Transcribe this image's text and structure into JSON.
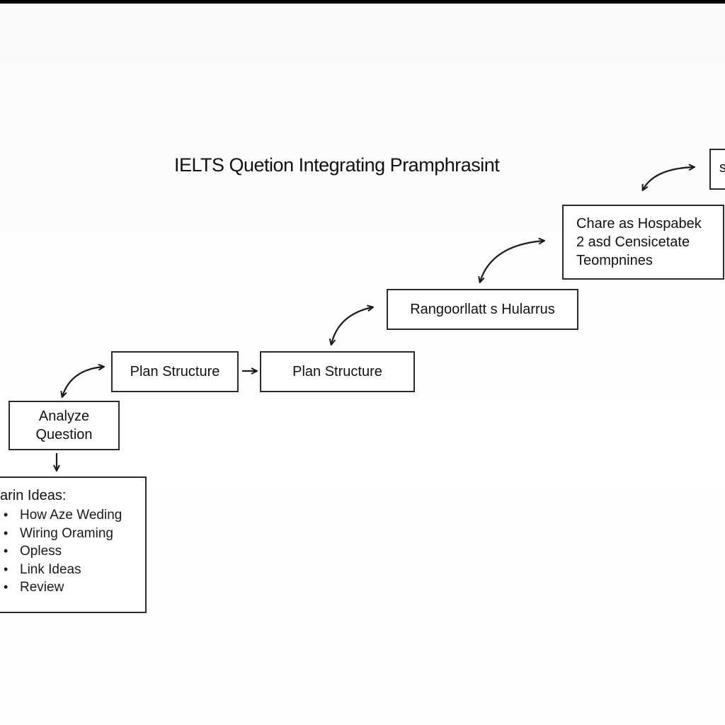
{
  "title": "IELTS Quetion Integrating Pramphrasint",
  "nodes": {
    "analyze": {
      "line1": "Analyze",
      "line2": "Question"
    },
    "plan_1": {
      "label": "Plan Structure"
    },
    "plan_2": {
      "label": "Plan Structure"
    },
    "rango": {
      "label": "Rangoorllatt s Hularrus"
    },
    "chare": {
      "line1": "Chare as Hospabek",
      "line2": "2 asd Censicetate",
      "line3": "Teompnines"
    },
    "edge": {
      "label": "s"
    },
    "ideas": {
      "heading": "arin Ideas:",
      "items": [
        "How Aze Weding",
        "Wiring Oraming",
        "Opless",
        "Link Ideas",
        "Review"
      ]
    }
  },
  "colors": {
    "line": "#1a1a1a",
    "border": "#2b2b2b"
  }
}
